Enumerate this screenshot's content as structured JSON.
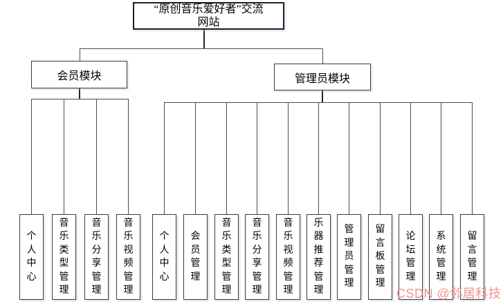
{
  "diagram": {
    "root_label": "“原创音乐爱好者”交流网站",
    "branches": [
      {
        "label": "会员模块",
        "children": [
          "个人中心",
          "音乐类型管理",
          "音乐分享管理",
          "音乐视频管理"
        ]
      },
      {
        "label": "管理员模块",
        "children": [
          "个人中心",
          "会员管理",
          "音乐类型管理",
          "音乐分享管理",
          "音乐视频管理",
          "乐器推荐管理",
          "管理员管理",
          "留言板管理",
          "论坛管理",
          "系统管理",
          "留言管理"
        ]
      }
    ]
  },
  "watermark": {
    "text": "CSDN @邻居科技",
    "color": "#ee938c"
  },
  "colors": {
    "background": "#ffffff",
    "box_fill": "#ffffff",
    "box_border": "#3a3a3a",
    "connector": "#4a4a4a"
  }
}
